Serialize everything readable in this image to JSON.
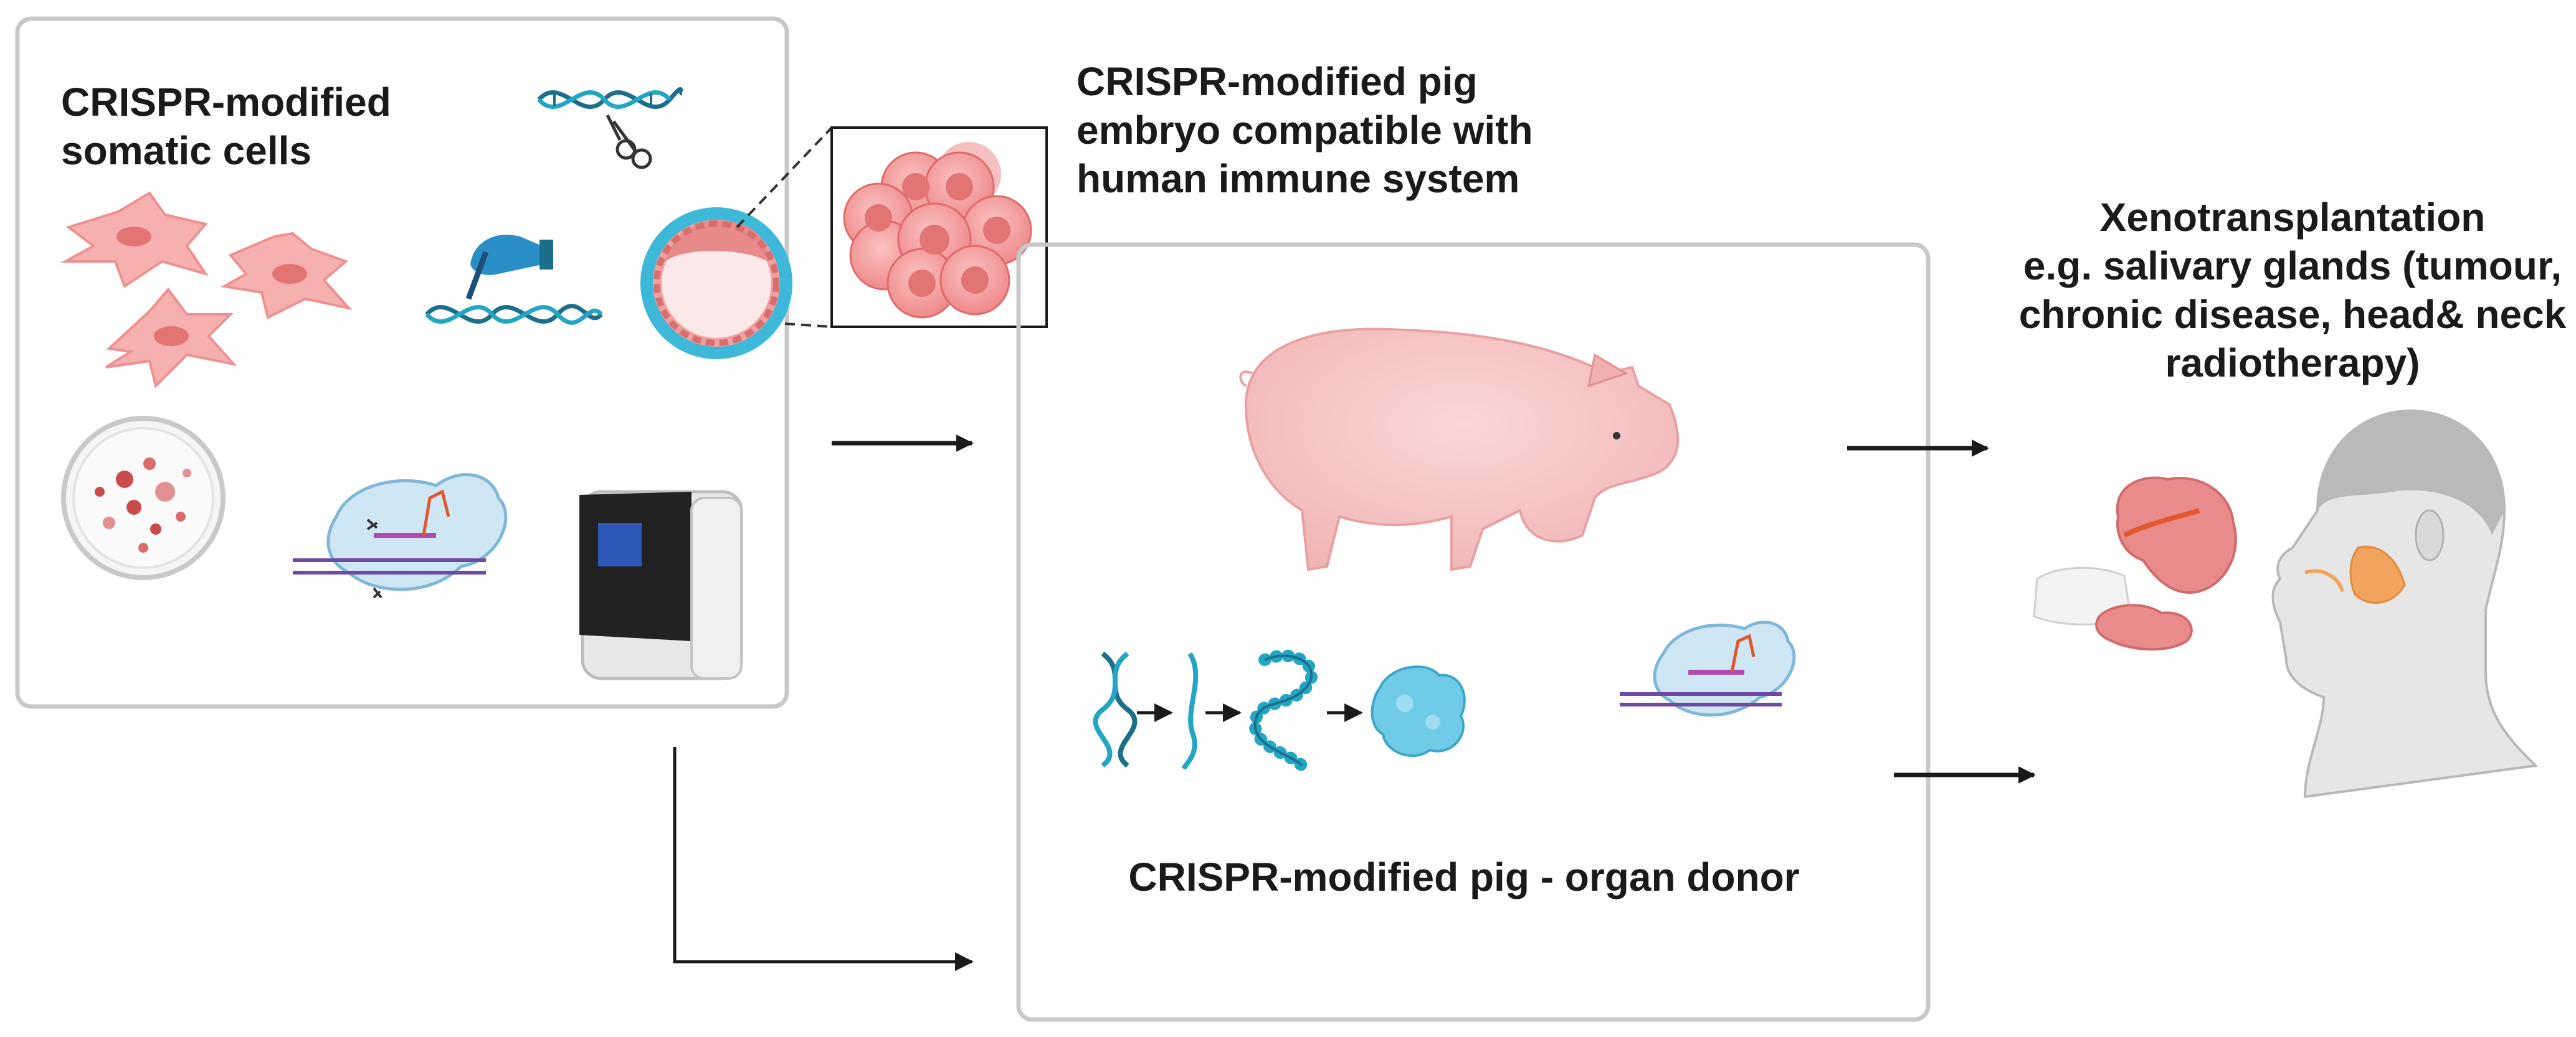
{
  "labels": {
    "somatic_cells": [
      "CRISPR-modified",
      "somatic cells"
    ],
    "embryo": [
      "CRISPR-modified pig",
      "embryo compatible with",
      "human immune system"
    ],
    "xenotransplantation": [
      "Xenotransplantation",
      "e.g. salivary glands (tumour,",
      "chronic disease, head& neck",
      "radiotherapy)"
    ],
    "donor": "CRISPR-modified pig - organ donor"
  },
  "icons": {
    "cells": "fibroblast-cell-icon",
    "dna_scissors": "dna-scissors-icon",
    "gene_editing": "hand-editing-dna-icon",
    "blastocyst": "blastocyst-icon",
    "petri_dish": "petri-dish-icon",
    "crispr_complex": "crispr-cas9-icon",
    "instrument": "lab-instrument-icon",
    "embryo_cells": "morula-icon",
    "pig": "pig-icon",
    "dna": "dna-icon",
    "mrna": "mrna-icon",
    "protein_chain": "peptide-chain-icon",
    "protein": "folded-protein-icon",
    "salivary_glands": "salivary-gland-icon",
    "human_head": "human-head-icon"
  },
  "colors": {
    "box_border": "#c8c8c8",
    "cell_pink": "#f7a7a7",
    "cell_nucleus": "#e27474",
    "dna_blue": "#1c6f8a",
    "dna_teal": "#23a6c4",
    "pig_pink": "#f6c4c4",
    "gland_orange": "#f2a35e",
    "arrow": "#1a1a1a"
  }
}
